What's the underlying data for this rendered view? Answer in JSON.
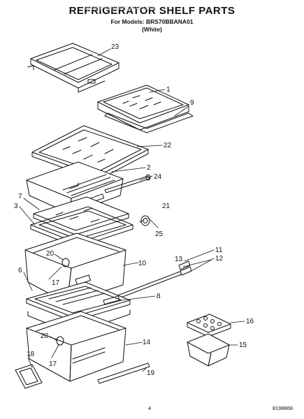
{
  "header": {
    "title": "REFRIGERATOR SHELF PARTS",
    "models_line": "For Models: BRS70BBANA01",
    "color_line": "(White)"
  },
  "watermark": "appliancepartspros.com",
  "callouts": [
    {
      "id": "c23",
      "text": "23"
    },
    {
      "id": "c1",
      "text": "1"
    },
    {
      "id": "c9",
      "text": "9"
    },
    {
      "id": "c22",
      "text": "22"
    },
    {
      "id": "c2",
      "text": "2"
    },
    {
      "id": "c24",
      "text": "24"
    },
    {
      "id": "c7",
      "text": "7"
    },
    {
      "id": "c3",
      "text": "3"
    },
    {
      "id": "c21",
      "text": "21"
    },
    {
      "id": "c25",
      "text": "25"
    },
    {
      "id": "c11",
      "text": "11"
    },
    {
      "id": "c13",
      "text": "13"
    },
    {
      "id": "c12",
      "text": "12"
    },
    {
      "id": "c20a",
      "text": "20"
    },
    {
      "id": "c10",
      "text": "10"
    },
    {
      "id": "c6",
      "text": "6"
    },
    {
      "id": "c17a",
      "text": "17"
    },
    {
      "id": "c8",
      "text": "8"
    },
    {
      "id": "c16",
      "text": "16"
    },
    {
      "id": "c15",
      "text": "15"
    },
    {
      "id": "c20b",
      "text": "20"
    },
    {
      "id": "c14",
      "text": "14"
    },
    {
      "id": "c18",
      "text": "18"
    },
    {
      "id": "c17b",
      "text": "17"
    },
    {
      "id": "c19",
      "text": "19"
    }
  ],
  "footer": {
    "page_number": "4",
    "doc_number": "8198866"
  }
}
